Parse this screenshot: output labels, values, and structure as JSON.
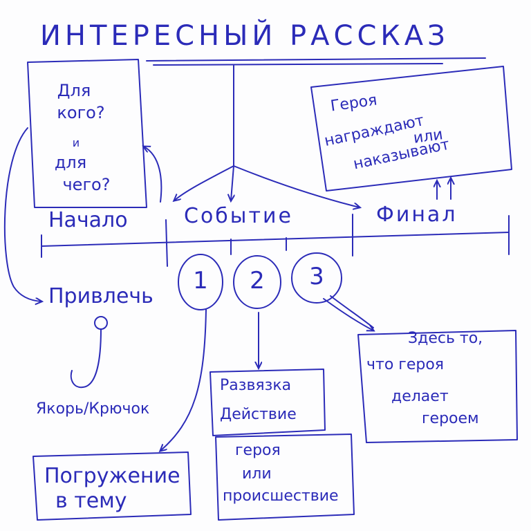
{
  "title": "ИНТЕРЕСНЫЙ РАССКАЗ",
  "top_left_box": {
    "line1": "Для",
    "line2": "кого?",
    "line3": "и",
    "line4": "для",
    "line5": "чего?"
  },
  "top_right_box": {
    "line1": "Героя",
    "line2": "награждают",
    "line3": "или",
    "line4": "наказывают"
  },
  "timeline": {
    "start": "Начало",
    "event": "Событие",
    "end": "Финал"
  },
  "steps": [
    "1",
    "2",
    "3"
  ],
  "attract": "Привлечь",
  "hook": "Якорь/Крючок",
  "immersion": {
    "line1": "Погружение",
    "line2": "в тему"
  },
  "resolution": {
    "line1": "Развязка",
    "line2": "Действие"
  },
  "hero_event": {
    "line1": "героя",
    "line2": "или",
    "line3": "происшествие"
  },
  "hero_made": {
    "line1": "Здесь то,",
    "line2": "что героя",
    "line3": "делает",
    "line4": "героем"
  },
  "colors": {
    "ink": "#2b2bb8",
    "paper": "#fdfdfe"
  }
}
